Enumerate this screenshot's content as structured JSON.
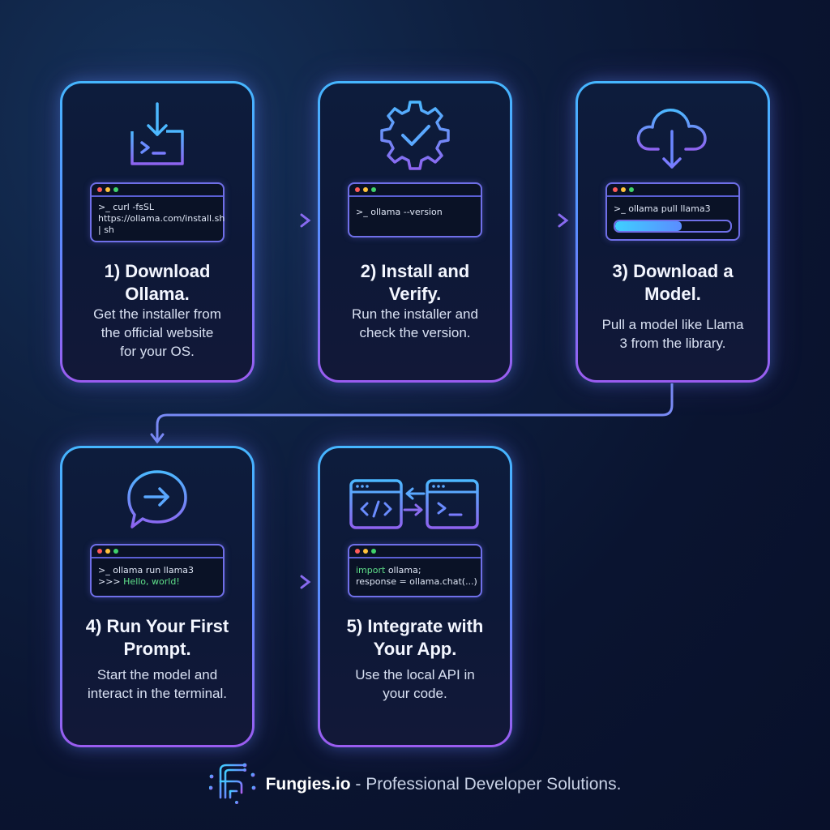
{
  "steps": [
    {
      "icon": "download-terminal-icon",
      "terminal": [
        "curl -fsSL",
        "https://ollama.com/install.sh",
        "| sh"
      ],
      "title_lines": [
        "1) Download",
        "Ollama."
      ],
      "desc_lines": [
        "Get the installer from",
        "the official website",
        "for your OS."
      ]
    },
    {
      "icon": "gear-check-icon",
      "terminal": [
        "ollama --version"
      ],
      "title_lines": [
        "2) Install and",
        "Verify."
      ],
      "desc_lines": [
        "Run the installer and",
        "check the version."
      ]
    },
    {
      "icon": "cloud-download-icon",
      "terminal": [
        "ollama pull llama3"
      ],
      "progress": 0.58,
      "title_lines": [
        "3) Download a",
        "Model."
      ],
      "desc_lines": [
        "Pull a model like Llama",
        "3 from the library."
      ]
    },
    {
      "icon": "chat-arrow-icon",
      "terminal": [
        "ollama run llama3",
        ">>> ",
        "Hello, world!"
      ],
      "title_lines": [
        "4) Run Your First",
        "Prompt."
      ],
      "desc_lines": [
        "Start the model and",
        "interact in the terminal."
      ]
    },
    {
      "icon": "code-exchange-icon",
      "terminal": [
        "import",
        " ollama;",
        "response = ollama.chat(...)"
      ],
      "title_lines": [
        "5) Integrate with",
        "Your App."
      ],
      "desc_lines": [
        "Use the local API in",
        "your code."
      ]
    }
  ],
  "prompt_symbol": ">_",
  "footer": {
    "brand": "Fungies.io",
    "tagline": "- Professional Developer Solutions."
  },
  "colors": {
    "accent_blue": "#45b6ff",
    "accent_purple": "#9b5cf0",
    "terminal_green": "#5fe08a"
  }
}
